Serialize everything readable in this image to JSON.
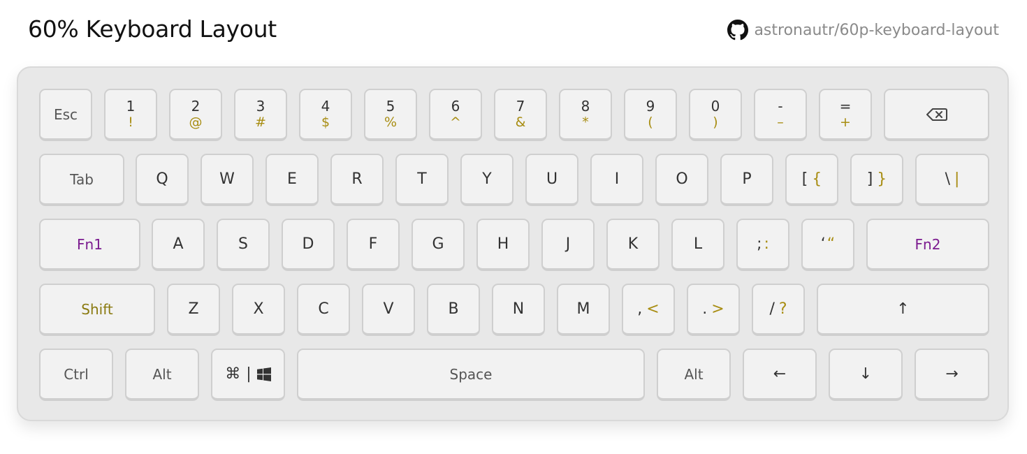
{
  "header": {
    "title": "60% Keyboard Layout",
    "repo": "astronautr/60p-keyboard-layout",
    "repo_icon": "github-icon"
  },
  "colors": {
    "background": "#ffffff",
    "keyboard": "#e8e8e8",
    "key": "#f2f2f2",
    "key_border": "#cfcfcf",
    "shifted_symbol": "#a88d12",
    "fn_label": "#7b1a8f"
  },
  "rows": {
    "number": {
      "esc": "Esc",
      "digits": [
        {
          "main": "1",
          "shift": "!"
        },
        {
          "main": "2",
          "shift": "@"
        },
        {
          "main": "3",
          "shift": "#"
        },
        {
          "main": "4",
          "shift": "$"
        },
        {
          "main": "5",
          "shift": "%"
        },
        {
          "main": "6",
          "shift": "^"
        },
        {
          "main": "7",
          "shift": "&"
        },
        {
          "main": "8",
          "shift": "*"
        },
        {
          "main": "9",
          "shift": "("
        },
        {
          "main": "0",
          "shift": ")"
        },
        {
          "main": "-",
          "shift": "–"
        },
        {
          "main": "=",
          "shift": "+"
        }
      ],
      "backspace_icon": "backspace-icon"
    },
    "top": {
      "tab": "Tab",
      "letters": [
        "Q",
        "W",
        "E",
        "R",
        "T",
        "Y",
        "U",
        "I",
        "O",
        "P"
      ],
      "lbracket": {
        "main": "[",
        "shift": "{"
      },
      "rbracket": {
        "main": "]",
        "shift": "}"
      },
      "backslash": {
        "main": "\\",
        "shift": "|"
      }
    },
    "home": {
      "fn1": "Fn1",
      "letters": [
        "A",
        "S",
        "D",
        "F",
        "G",
        "H",
        "J",
        "K",
        "L"
      ],
      "semicolon": {
        "main": ";",
        "shift": ":"
      },
      "quote": {
        "main": "‘",
        "shift": "“"
      },
      "fn2": "Fn2"
    },
    "bottom": {
      "shift": "Shift",
      "letters": [
        "Z",
        "X",
        "C",
        "V",
        "B",
        "N",
        "M"
      ],
      "comma": {
        "main": ",",
        "shift": "<"
      },
      "period": {
        "main": ".",
        "shift": ">"
      },
      "slash": {
        "main": "/",
        "shift": "?"
      },
      "up": "↑"
    },
    "space": {
      "ctrl": "Ctrl",
      "alt_left": "Alt",
      "cmd": "⌘",
      "cmd_sep": "|",
      "windows_icon": "windows-icon",
      "space": "Space",
      "alt_right": "Alt",
      "left": "←",
      "down": "↓",
      "right": "→"
    }
  }
}
